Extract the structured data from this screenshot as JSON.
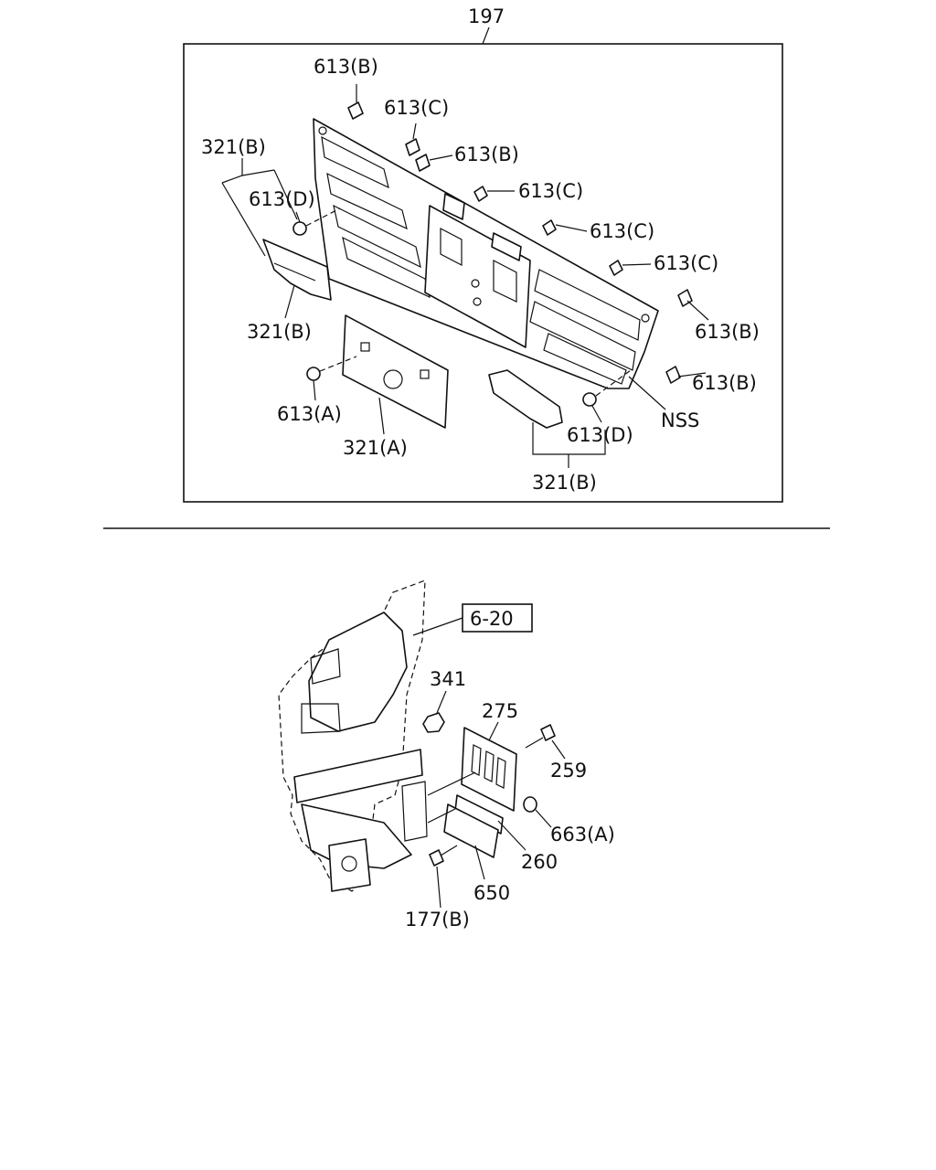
{
  "top_view": {
    "ref_number": "197",
    "labels": {
      "clip_613b_top": "613(B)",
      "clip_613c_1": "613(C)",
      "clip_613b_2": "613(B)",
      "clip_613c_2": "613(C)",
      "clip_613c_3": "613(C)",
      "clip_613c_4": "613(C)",
      "clip_613b_right1": "613(B)",
      "clip_613b_right2": "613(B)",
      "bracket_321b_top": "321(B)",
      "clip_613d_left": "613(D)",
      "bracket_321b_left": "321(B)",
      "clip_613a": "613(A)",
      "plate_321a": "321(A)",
      "clip_613d_right": "613(D)",
      "nss": "NSS",
      "bracket_321b_bottom": "321(B)"
    }
  },
  "bottom_view": {
    "ref_box": "6-20",
    "labels": {
      "part_341": "341",
      "part_275": "275",
      "part_259": "259",
      "part_663a": "663(A)",
      "part_260": "260",
      "part_650": "650",
      "part_177b": "177(B)"
    }
  }
}
